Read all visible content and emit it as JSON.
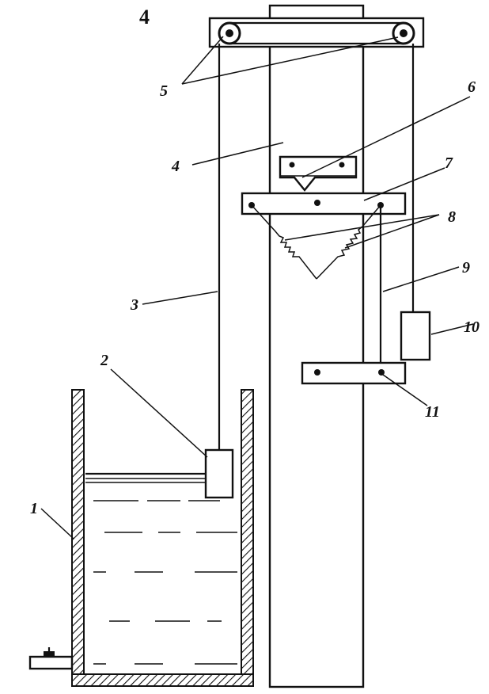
{
  "figure_number": "4",
  "labels": {
    "l1": "1",
    "l2": "2",
    "l3": "3",
    "l4": "4",
    "l5": "5",
    "l6": "6",
    "l7": "7",
    "l8": "8",
    "l9": "9",
    "l10": "10",
    "l11": "11"
  }
}
